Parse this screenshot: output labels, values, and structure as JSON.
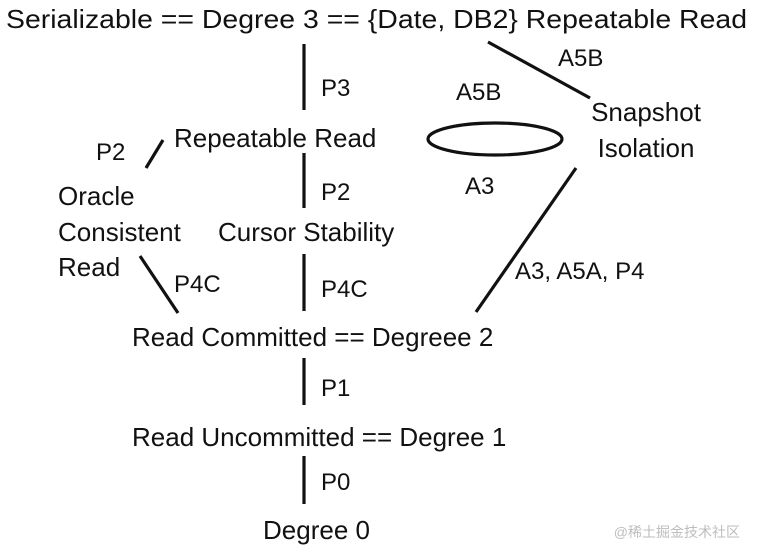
{
  "nodes": {
    "top": "Serializable == Degree 3 == {Date, DB2} Repeatable Read",
    "repeatable_read": "Repeatable Read",
    "snapshot_line1": "Snapshot",
    "snapshot_line2": "Isolation",
    "oracle_line1": "Oracle",
    "oracle_line2": "Consistent",
    "oracle_line3": "Read",
    "cursor_stability": "Cursor Stability",
    "read_committed": "Read Committed == Degreee 2",
    "read_uncommitted": "Read Uncommitted == Degree 1",
    "degree0": "Degree 0"
  },
  "edges": {
    "p3": "P3",
    "a5b_top": "A5B",
    "a5b_ellipse": "A5B",
    "a3_ellipse": "A3",
    "p2_left": "P2",
    "p2_center": "P2",
    "p4c_left": "P4C",
    "p4c_center": "P4C",
    "a3_a5a_p4": "A3, A5A, P4",
    "p1": "P1",
    "p0": "P0"
  },
  "watermark": "@稀土掘金技术社区",
  "colors": {
    "ink": "#111111",
    "watermark": "#bdbdbd"
  }
}
